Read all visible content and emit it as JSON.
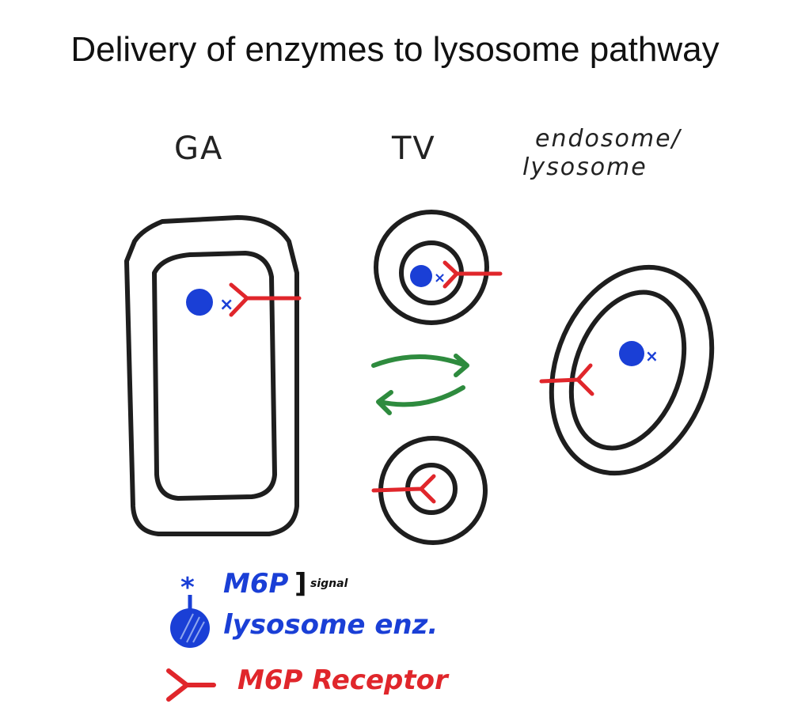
{
  "title": "Delivery of enzymes to lysosome pathway",
  "labels": {
    "ga": "GA",
    "tv": "TV",
    "endosome_line1": "endosome/",
    "endosome_line2": "lysosome"
  },
  "legend": {
    "m6p": "M6P",
    "bracket": "]",
    "signal": "signal",
    "enzyme": "lysosome enz.",
    "receptor": "M6P Receptor"
  },
  "colors": {
    "membrane": "#1e1e1e",
    "enzyme": "#1a3fd6",
    "receptor": "#e0262b",
    "arrow": "#2e8b3e"
  }
}
